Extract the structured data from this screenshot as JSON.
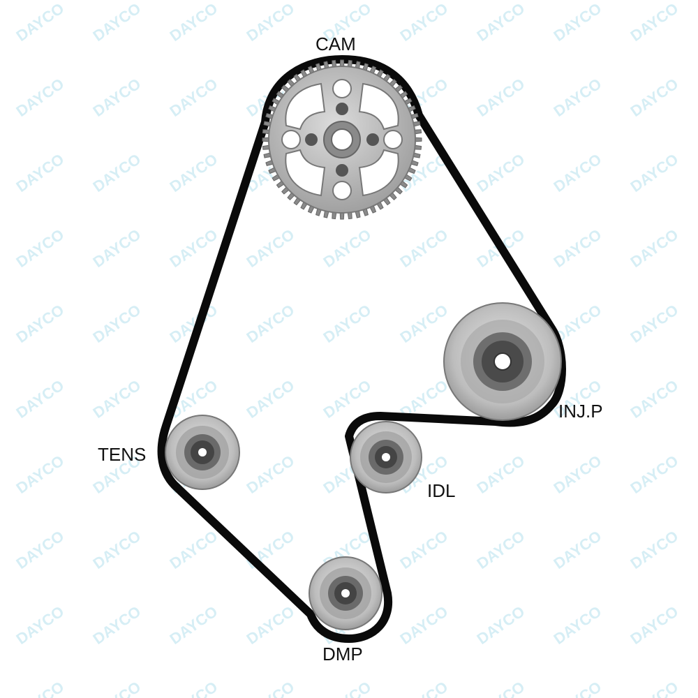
{
  "labels": {
    "cam": "CAM",
    "inj_p": "INJ.P",
    "tens": "TENS",
    "idl": "IDL",
    "dmp": "DMP"
  },
  "watermark": {
    "text": "DAYCO",
    "color": "#d6eef5"
  },
  "colors": {
    "belt": "#0a0a0a",
    "pulley_outer": "#c9c9c9",
    "pulley_mid": "#9a9a9a",
    "pulley_dark": "#555555",
    "pulley_core": "#333333"
  },
  "icons": {
    "cam_pulley": "gear-icon",
    "idler_pulleys": "pulley-icon"
  }
}
